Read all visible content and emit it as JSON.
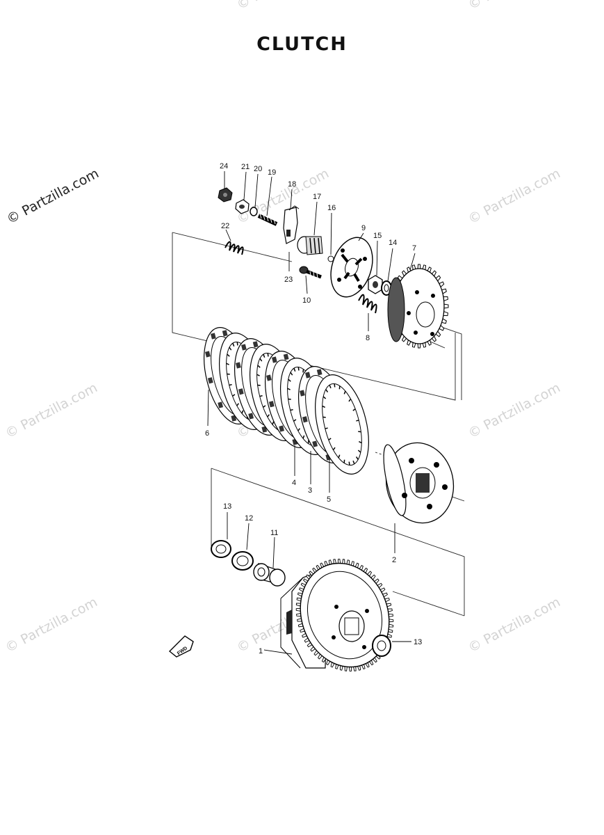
{
  "title": "CLUTCH",
  "watermark": "© Partzilla.com",
  "fwd_label": "FWD",
  "parts": [
    {
      "id": "p24",
      "label": "24"
    },
    {
      "id": "p21",
      "label": "21"
    },
    {
      "id": "p20",
      "label": "20"
    },
    {
      "id": "p19",
      "label": "19"
    },
    {
      "id": "p18",
      "label": "18"
    },
    {
      "id": "p17",
      "label": "17"
    },
    {
      "id": "p16",
      "label": "16"
    },
    {
      "id": "p9",
      "label": "9"
    },
    {
      "id": "p15",
      "label": "15"
    },
    {
      "id": "p14",
      "label": "14"
    },
    {
      "id": "p7",
      "label": "7"
    },
    {
      "id": "p22",
      "label": "22"
    },
    {
      "id": "p23",
      "label": "23"
    },
    {
      "id": "p10",
      "label": "10"
    },
    {
      "id": "p8",
      "label": "8"
    },
    {
      "id": "p6",
      "label": "6"
    },
    {
      "id": "p4",
      "label": "4"
    },
    {
      "id": "p3",
      "label": "3"
    },
    {
      "id": "p5",
      "label": "5"
    },
    {
      "id": "p2",
      "label": "2"
    },
    {
      "id": "p13a",
      "label": "13"
    },
    {
      "id": "p12",
      "label": "12"
    },
    {
      "id": "p11",
      "label": "11"
    },
    {
      "id": "p1",
      "label": "1"
    },
    {
      "id": "p13b",
      "label": "13"
    }
  ]
}
